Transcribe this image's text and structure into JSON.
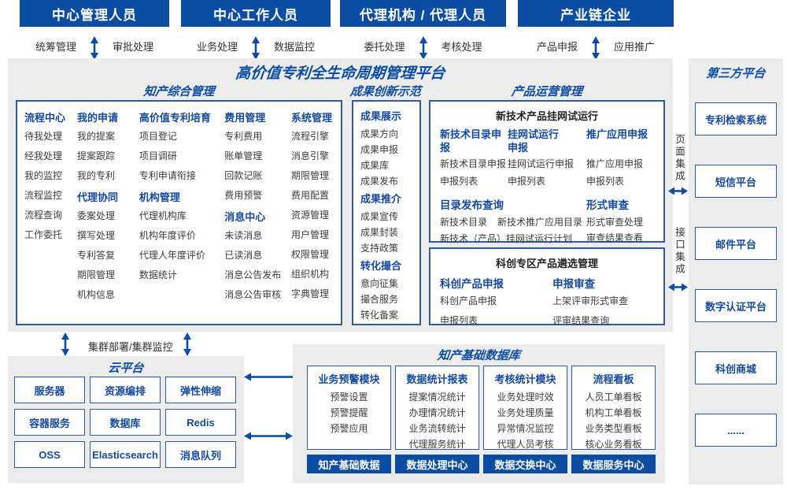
{
  "colors": {
    "primary": "#0b4da2",
    "border_blue": "#2d5ba8",
    "panel_gray": "#ececec",
    "header_blue": "#15499e",
    "item_gray": "#3d3d3d"
  },
  "platform": {
    "title": "高价值专利全生命周期管理平台"
  },
  "actors": [
    {
      "name": "中心管理人员",
      "left_label": "统筹管理",
      "right_label": "审批处理"
    },
    {
      "name": "中心工作人员",
      "left_label": "业务处理",
      "right_label": "数据监控"
    },
    {
      "name": "代理机构 / 代理人员",
      "left_label": "委托处理",
      "right_label": "考核处理"
    },
    {
      "name": "产业链企业",
      "left_label": "产品申报",
      "right_label": "应用推广"
    }
  ],
  "ip_management": {
    "title": "知产综合管理",
    "columns": [
      {
        "groups": [
          {
            "header": "流程中心",
            "items": [
              "待我处理",
              "经我处理",
              "我的监控",
              "流程监控",
              "流程查询",
              "工作委托"
            ]
          }
        ]
      },
      {
        "groups": [
          {
            "header": "我的申请",
            "items": [
              "我的提案",
              "提案跟踪",
              "我的专利"
            ]
          },
          {
            "header": "代理协同",
            "items": [
              "委案处理",
              "撰写处理",
              "专利答复",
              "期限管理",
              "机构信息"
            ]
          }
        ]
      },
      {
        "groups": [
          {
            "header": "高价值专利培育",
            "items": [
              "项目登记",
              "项目调研",
              "专利申请衔接"
            ]
          },
          {
            "header": "机构管理",
            "items": [
              "代理机构库",
              "机构年度评价",
              "代理人年度评价",
              "数据统计"
            ]
          }
        ]
      },
      {
        "groups": [
          {
            "header": "费用管理",
            "items": [
              "专利费用",
              "账单管理",
              "回款记账",
              "费用预警"
            ]
          },
          {
            "header": "消息中心",
            "items": [
              "未读消息",
              "已读消息",
              "消息公告发布",
              "消息公告审核"
            ]
          }
        ]
      },
      {
        "groups": [
          {
            "header": "系统管理",
            "items": [
              "流程引擎",
              "消息引擎",
              "期限管理",
              "费用配置",
              "资源管理",
              "用户管理",
              "权限管理",
              "组织机构",
              "字典管理"
            ]
          }
        ]
      }
    ]
  },
  "achievement": {
    "title": "成果创新示范",
    "groups": [
      {
        "header": "成果展示",
        "items": [
          "成果方向",
          "成果申报",
          "成果库",
          "成果发布"
        ]
      },
      {
        "header": "成果推介",
        "items": [
          "成果宣传",
          "成果封装",
          "支持政策"
        ]
      },
      {
        "header": "转化撮合",
        "items": [
          "意向征集",
          "撮合服务",
          "转化备案"
        ]
      }
    ]
  },
  "product_ops": {
    "title": "产品运营管理",
    "trial_box": {
      "title": "新技术产品挂网试运行",
      "columns": [
        {
          "header": "新技术目录申报",
          "items": [
            "新技术目录申报",
            "申报列表"
          ]
        },
        {
          "header": "挂网试运行申报",
          "items": [
            "挂网试运行申报",
            "申报列表"
          ]
        },
        {
          "header": "推广应用申报",
          "items": [
            "推广应用申报",
            "申报列表"
          ]
        }
      ],
      "catalog": {
        "header": "目录发布查询",
        "items": [
          "新技术目录",
          "新技术推广应用目录",
          "新技术（产品）挂网试运行计划"
        ]
      },
      "review": {
        "header": "形式审查",
        "items": [
          "形式审查处理",
          "审查结果查看"
        ]
      }
    },
    "selection_box": {
      "title": "科创专区产品遴选管理",
      "columns": [
        {
          "header": "科创产品申报",
          "items": [
            "科创产品申报",
            "申报列表"
          ]
        },
        {
          "header": "申报审查",
          "items": [
            "上架评审形式审查",
            "评审结果查询"
          ]
        }
      ]
    }
  },
  "third_party": {
    "title": "第三方平台",
    "systems": [
      "专利检索系统",
      "短信平台",
      "邮件平台",
      "数字认证平台",
      "科创商城",
      "......"
    ],
    "page_integration": "页面集成",
    "api_integration": "接口集成"
  },
  "cluster_label": "集群部署/集群监控",
  "cloud": {
    "title": "云平台",
    "services": [
      "服务器",
      "资源编排",
      "弹性伸缩",
      "容器服务",
      "数据库",
      "Redis",
      "OSS",
      "Elasticsearch",
      "消息队列"
    ]
  },
  "ip_database": {
    "title": "知产基础数据库",
    "modules": [
      {
        "header": "业务预警模块",
        "items": [
          "预警设置",
          "预警提醒",
          "预警应用"
        ]
      },
      {
        "header": "数据统计报表",
        "items": [
          "提案情况统计",
          "办理情况统计",
          "业务流转统计",
          "代理服务统计"
        ]
      },
      {
        "header": "考核统计模块",
        "items": [
          "业务处理时效",
          "业务处理质量",
          "异常情况监控",
          "代理人员考核"
        ]
      },
      {
        "header": "流程看板",
        "items": [
          "人员工单看板",
          "机构工单看板",
          "业务类型看板",
          "核心业务看板"
        ]
      }
    ],
    "centers": [
      "知产基础数据",
      "数据处理中心",
      "数据交换中心",
      "数据服务中心"
    ]
  }
}
